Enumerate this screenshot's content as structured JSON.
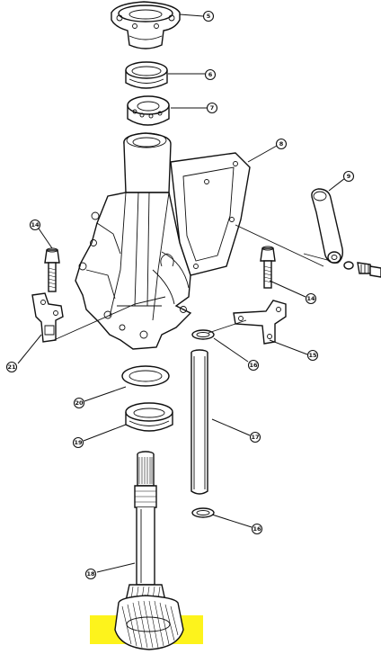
{
  "highlight_color": "#fdf31c",
  "callouts": [
    {
      "id": "c5",
      "label": "5"
    },
    {
      "id": "c6",
      "label": "6"
    },
    {
      "id": "c7",
      "label": "7"
    },
    {
      "id": "c8",
      "label": "8"
    },
    {
      "id": "c9",
      "label": "9"
    },
    {
      "id": "c14a",
      "label": "14"
    },
    {
      "id": "c14b",
      "label": "14"
    },
    {
      "id": "c15",
      "label": "15"
    },
    {
      "id": "c16a",
      "label": "16"
    },
    {
      "id": "c16b",
      "label": "16"
    },
    {
      "id": "c17",
      "label": "17"
    },
    {
      "id": "c18",
      "label": "18"
    },
    {
      "id": "c19",
      "label": "19"
    },
    {
      "id": "c20",
      "label": "20"
    },
    {
      "id": "c21",
      "label": "21"
    }
  ]
}
